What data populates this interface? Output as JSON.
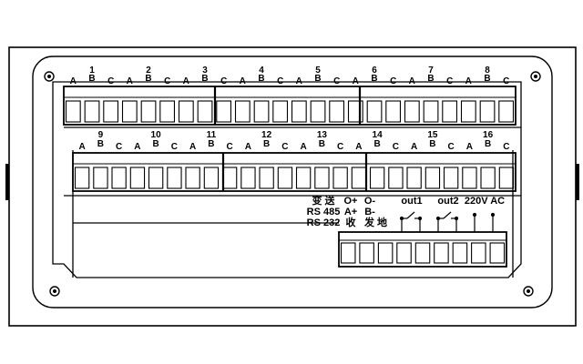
{
  "diagram": {
    "top_row": {
      "channel_numbers": [
        "1",
        "2",
        "3",
        "4",
        "5",
        "6",
        "7",
        "8"
      ],
      "letters": [
        "A",
        "B",
        "C",
        "A",
        "B",
        "C",
        "A",
        "B",
        "C",
        "A",
        "B",
        "C",
        "A",
        "B",
        "C",
        "A",
        "B",
        "C",
        "A",
        "B",
        "C",
        "A",
        "B",
        "C"
      ]
    },
    "middle_row": {
      "channel_numbers": [
        "9",
        "10",
        "11",
        "12",
        "13",
        "14",
        "15",
        "16"
      ],
      "letters": [
        "A",
        "B",
        "C",
        "A",
        "B",
        "C",
        "A",
        "B",
        "C",
        "A",
        "B",
        "C",
        "A",
        "B",
        "C",
        "A",
        "B",
        "C",
        "A",
        "B",
        "C",
        "A",
        "B",
        "C"
      ]
    },
    "comm": {
      "col1": [
        "变 送",
        "RS 485",
        "RS 232"
      ],
      "col2": [
        "O+",
        "A+",
        "收"
      ],
      "col3": [
        "O-",
        "B-",
        "发  地"
      ]
    },
    "outputs": {
      "out1": "out1",
      "out2": "out2",
      "power": "220V AC"
    }
  }
}
